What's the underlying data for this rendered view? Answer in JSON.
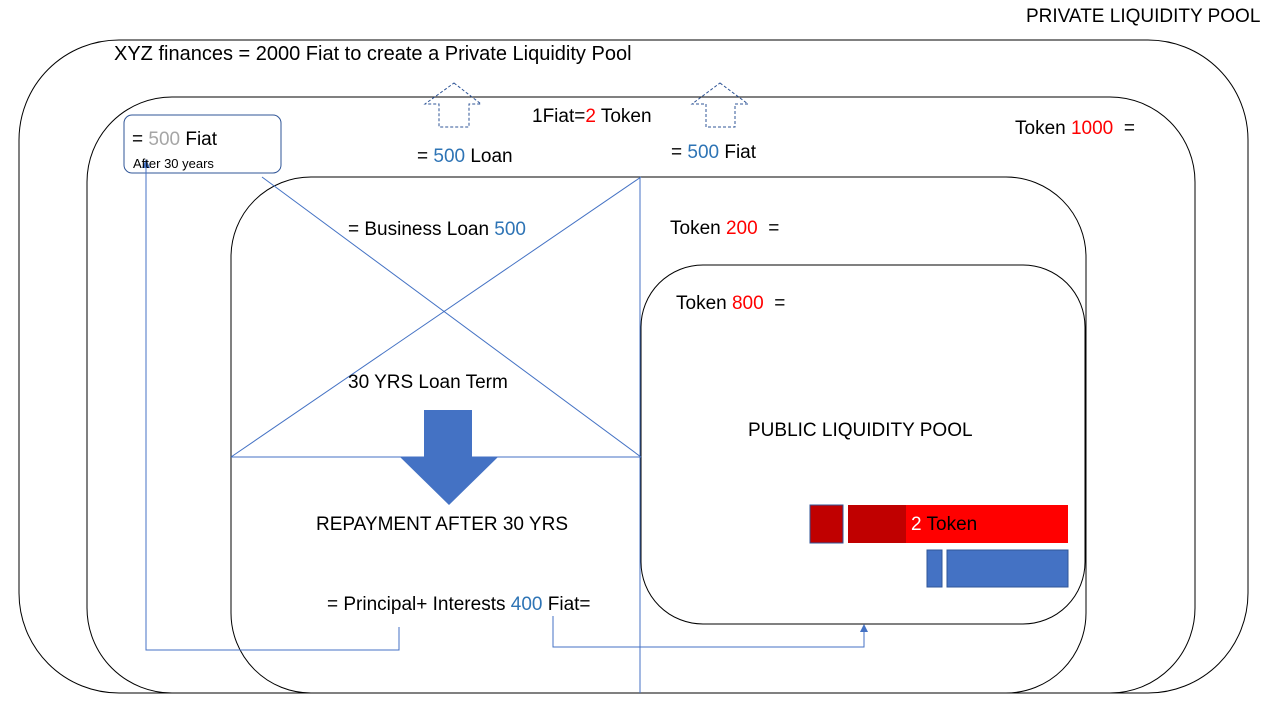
{
  "colors": {
    "outline": "#000000",
    "connector": "#4472c4",
    "arrow_fill": "#4472c4",
    "token_red": "#ff0000",
    "token_dark_red": "#c00000",
    "value_blue": "#2e74b5",
    "value_grey": "#a6a6a6"
  },
  "title": "PRIVATE LIQUIDITY POOL",
  "header": {
    "text": "XYZ finances = 2000 Fiat  to create a Private Liquidity Pool"
  },
  "rate": {
    "prefix": "1Fiat=",
    "value": "2",
    "suffix": " Token"
  },
  "fiat_box": {
    "prefix": "= ",
    "value": "500",
    "suffix": " Fiat",
    "note": "After 30 years"
  },
  "loan": {
    "prefix": "= ",
    "value": "500",
    "suffix": " Loan"
  },
  "fiat_right": {
    "prefix": "= ",
    "value": "500",
    "suffix": " Fiat"
  },
  "token_1000": {
    "prefix": "Token ",
    "value": "1000",
    "suffix": "  ="
  },
  "business_loan": {
    "prefix": "= Business Loan ",
    "value": "500"
  },
  "token_200": {
    "prefix": "Token ",
    "value": "200",
    "suffix": "  ="
  },
  "token_800": {
    "prefix": "Token ",
    "value": "800",
    "suffix": "  ="
  },
  "loan_term": "30 YRS Loan Term",
  "public_pool": "PUBLIC LIQUIDITY POOL",
  "repayment": "REPAYMENT AFTER 30 YRS",
  "principal": {
    "prefix": "= Principal+ Interests ",
    "value": "400",
    "suffix": " Fiat="
  },
  "token_bar": {
    "value": "2",
    "suffix": " Token"
  },
  "icons": {
    "up_arrow": "outline-up-arrow-icon",
    "down_arrow": "solid-down-arrow-icon"
  }
}
